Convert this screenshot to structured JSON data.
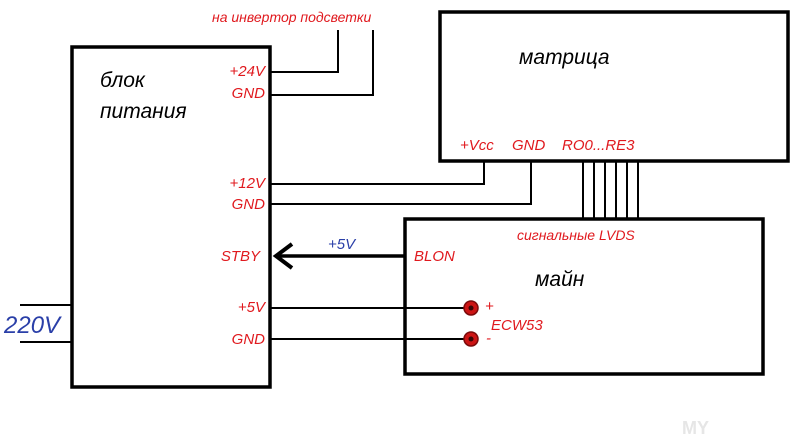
{
  "diagram": {
    "blocks": {
      "psu": {
        "title_line1": "блок",
        "title_line2": "питания"
      },
      "matrix": {
        "title": "матрица"
      },
      "main": {
        "title": "майн"
      }
    },
    "psu_pins": {
      "p24v": "+24V",
      "gnd1": "GND",
      "p12v": "+12V",
      "gnd2": "GND",
      "stby": "STBY",
      "p5v": "+5V",
      "gnd3": "GND"
    },
    "matrix_pins": {
      "vcc": "+Vcc",
      "gnd": "GND",
      "ro": "RO0...RE3"
    },
    "main_labels": {
      "blon": "BLON",
      "lvds": "сигнальные LVDS",
      "ecw": "ECW53",
      "plus": "+",
      "minus": "-"
    },
    "inverter_label": "на инвертор подсветки",
    "stby_voltage": "+5V",
    "mains_input": "220V",
    "watermark": "MY"
  },
  "colors": {
    "wire": "#000000",
    "pin_label": "#e0191e",
    "accent_blue": "#2a3fa8",
    "terminal_dot": "#cc1414"
  }
}
